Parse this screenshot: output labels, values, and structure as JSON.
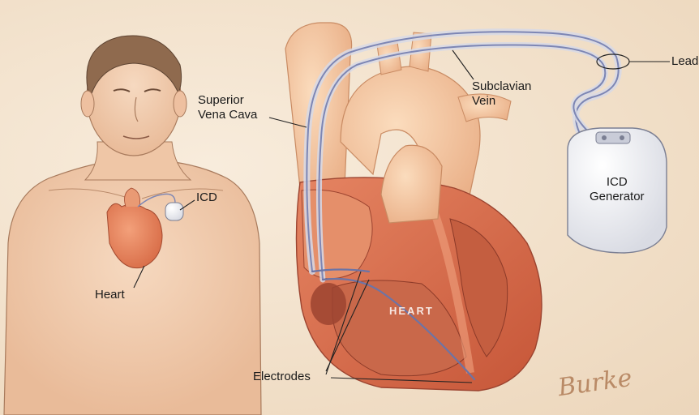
{
  "labels": {
    "superior_vena_cava": "Superior\nVena Cava",
    "subclavian_vein": "Subclavian\nVein",
    "leads": "Leads",
    "icd": "ICD",
    "icd_generator": "ICD\nGenerator",
    "heart_small": "Heart",
    "heart_large": "HEART",
    "electrodes": "Electrodes"
  },
  "signature": "Burke",
  "colors": {
    "background": "#f1dfc8",
    "skin": "#f3cfb2",
    "heart_muscle": "#e07a55",
    "heart_dark": "#b9503a",
    "vessel": "#f2c39a",
    "lead_wire": "#7d86b4",
    "device": "#f1f1f4"
  }
}
